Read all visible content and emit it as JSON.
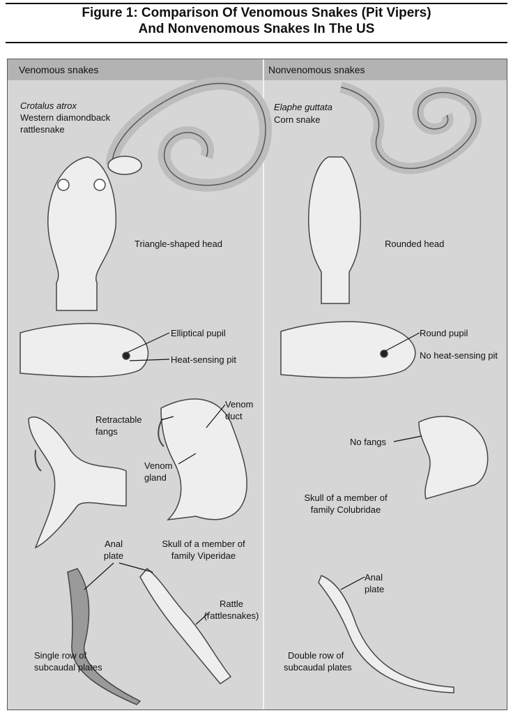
{
  "title": {
    "line1": "Figure 1: Comparison Of Venomous Snakes (Pit Vipers)",
    "line2": "And Nonvenomous Snakes In The US"
  },
  "colors": {
    "panel": "#d6d6d6",
    "header": "#b3b3b3",
    "ink": "#111111"
  },
  "venomous": {
    "heading": "Venomous snakes",
    "species_latin": "Crotalus atrox",
    "species_common_1": "Western diamondback",
    "species_common_2": "rattlesnake",
    "head_shape": "Triangle-shaped head",
    "pupil": "Elliptical pupil",
    "pit": "Heat-sensing pit",
    "fangs_1": "Retractable",
    "fangs_2": "fangs",
    "duct_1": "Venom",
    "duct_2": "duct",
    "gland_1": "Venom",
    "gland_2": "gland",
    "skull_1": "Skull of a member of",
    "skull_2": "family Viperidae",
    "anal_1": "Anal",
    "anal_2": "plate",
    "rattle_1": "Rattle",
    "rattle_2": "(rattlesnakes)",
    "plates_1": "Single row of",
    "plates_2": "subcaudal plates"
  },
  "nonvenomous": {
    "heading": "Nonvenomous snakes",
    "species_latin": "Elaphe guttata",
    "species_common": "Corn snake",
    "head_shape": "Rounded head",
    "pupil": "Round pupil",
    "pit": "No heat-sensing pit",
    "fangs": "No fangs",
    "skull_1": "Skull of a member of",
    "skull_2": "family Colubridae",
    "anal_1": "Anal",
    "anal_2": "plate",
    "plates_1": "Double row of",
    "plates_2": "subcaudal plates"
  }
}
